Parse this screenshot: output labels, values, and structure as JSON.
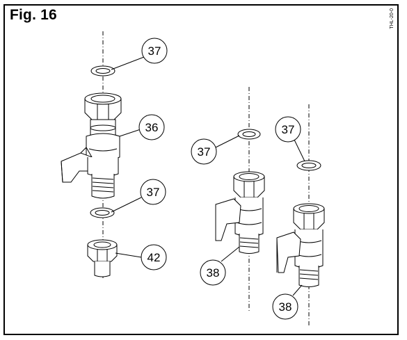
{
  "figure": {
    "title": "Fig. 16",
    "side_code": "THL-20-0"
  },
  "callouts": {
    "c1": "37",
    "c2": "36",
    "c3": "37",
    "c4": "42",
    "c5": "37",
    "c6": "38",
    "c7": "37",
    "c8": "38"
  }
}
